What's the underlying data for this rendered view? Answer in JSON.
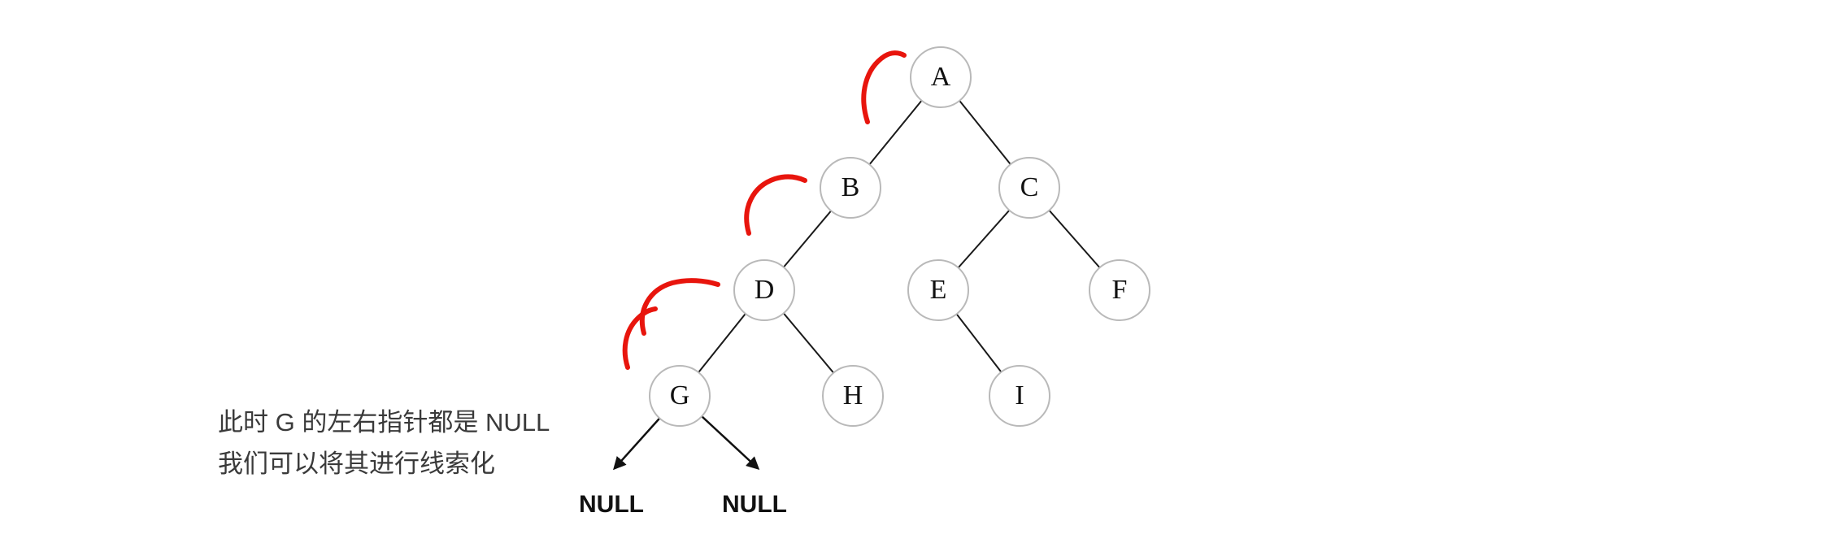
{
  "diagram": {
    "title": "threaded binary tree step",
    "nodes": [
      {
        "id": "A",
        "label": "A"
      },
      {
        "id": "B",
        "label": "B"
      },
      {
        "id": "C",
        "label": "C"
      },
      {
        "id": "D",
        "label": "D"
      },
      {
        "id": "E",
        "label": "E"
      },
      {
        "id": "F",
        "label": "F"
      },
      {
        "id": "G",
        "label": "G"
      },
      {
        "id": "H",
        "label": "H"
      },
      {
        "id": "I",
        "label": "I"
      }
    ],
    "edges": [
      [
        "A",
        "B"
      ],
      [
        "A",
        "C"
      ],
      [
        "B",
        "D"
      ],
      [
        "C",
        "E"
      ],
      [
        "C",
        "F"
      ],
      [
        "D",
        "G"
      ],
      [
        "D",
        "H"
      ],
      [
        "E",
        "I"
      ]
    ],
    "red_trace_marks_near": [
      "A",
      "B",
      "D",
      "G"
    ],
    "null_labels": {
      "left": "NULL",
      "right": "NULL"
    },
    "annotation": {
      "line1": "此时 G 的左右指针都是 NULL",
      "line2": "我们可以将其进行线索化"
    },
    "colors": {
      "highlight_red": "#e8150d",
      "node_border": "#b9b9b9",
      "edge": "#1a1a1a",
      "text": "#111111",
      "annotation_text": "#3a3a3a"
    }
  }
}
